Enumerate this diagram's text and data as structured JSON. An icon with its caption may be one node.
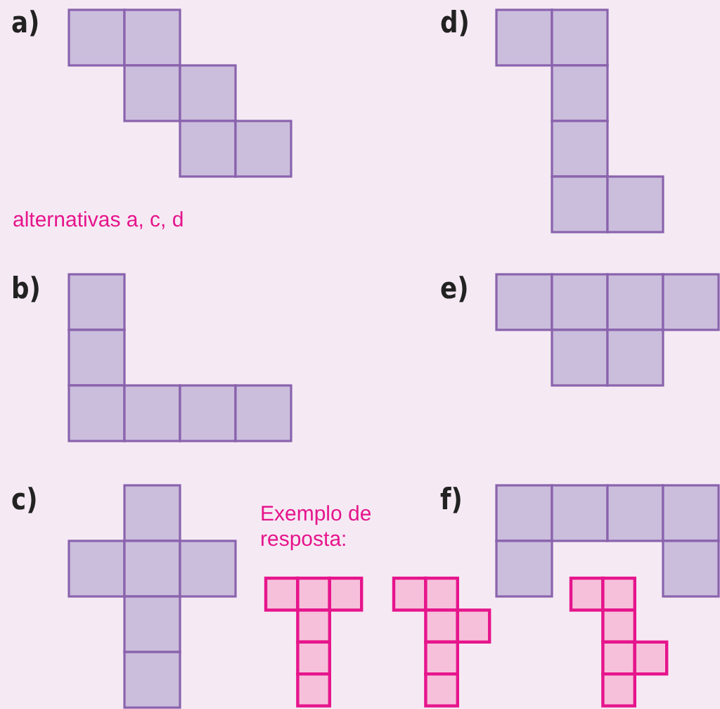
{
  "diagram": {
    "labels": [
      "a)",
      "d)",
      "alternativas a, c, d",
      "b)",
      "e)",
      "c)",
      "f)",
      "Exemplo de resposta:"
    ]
  }
}
